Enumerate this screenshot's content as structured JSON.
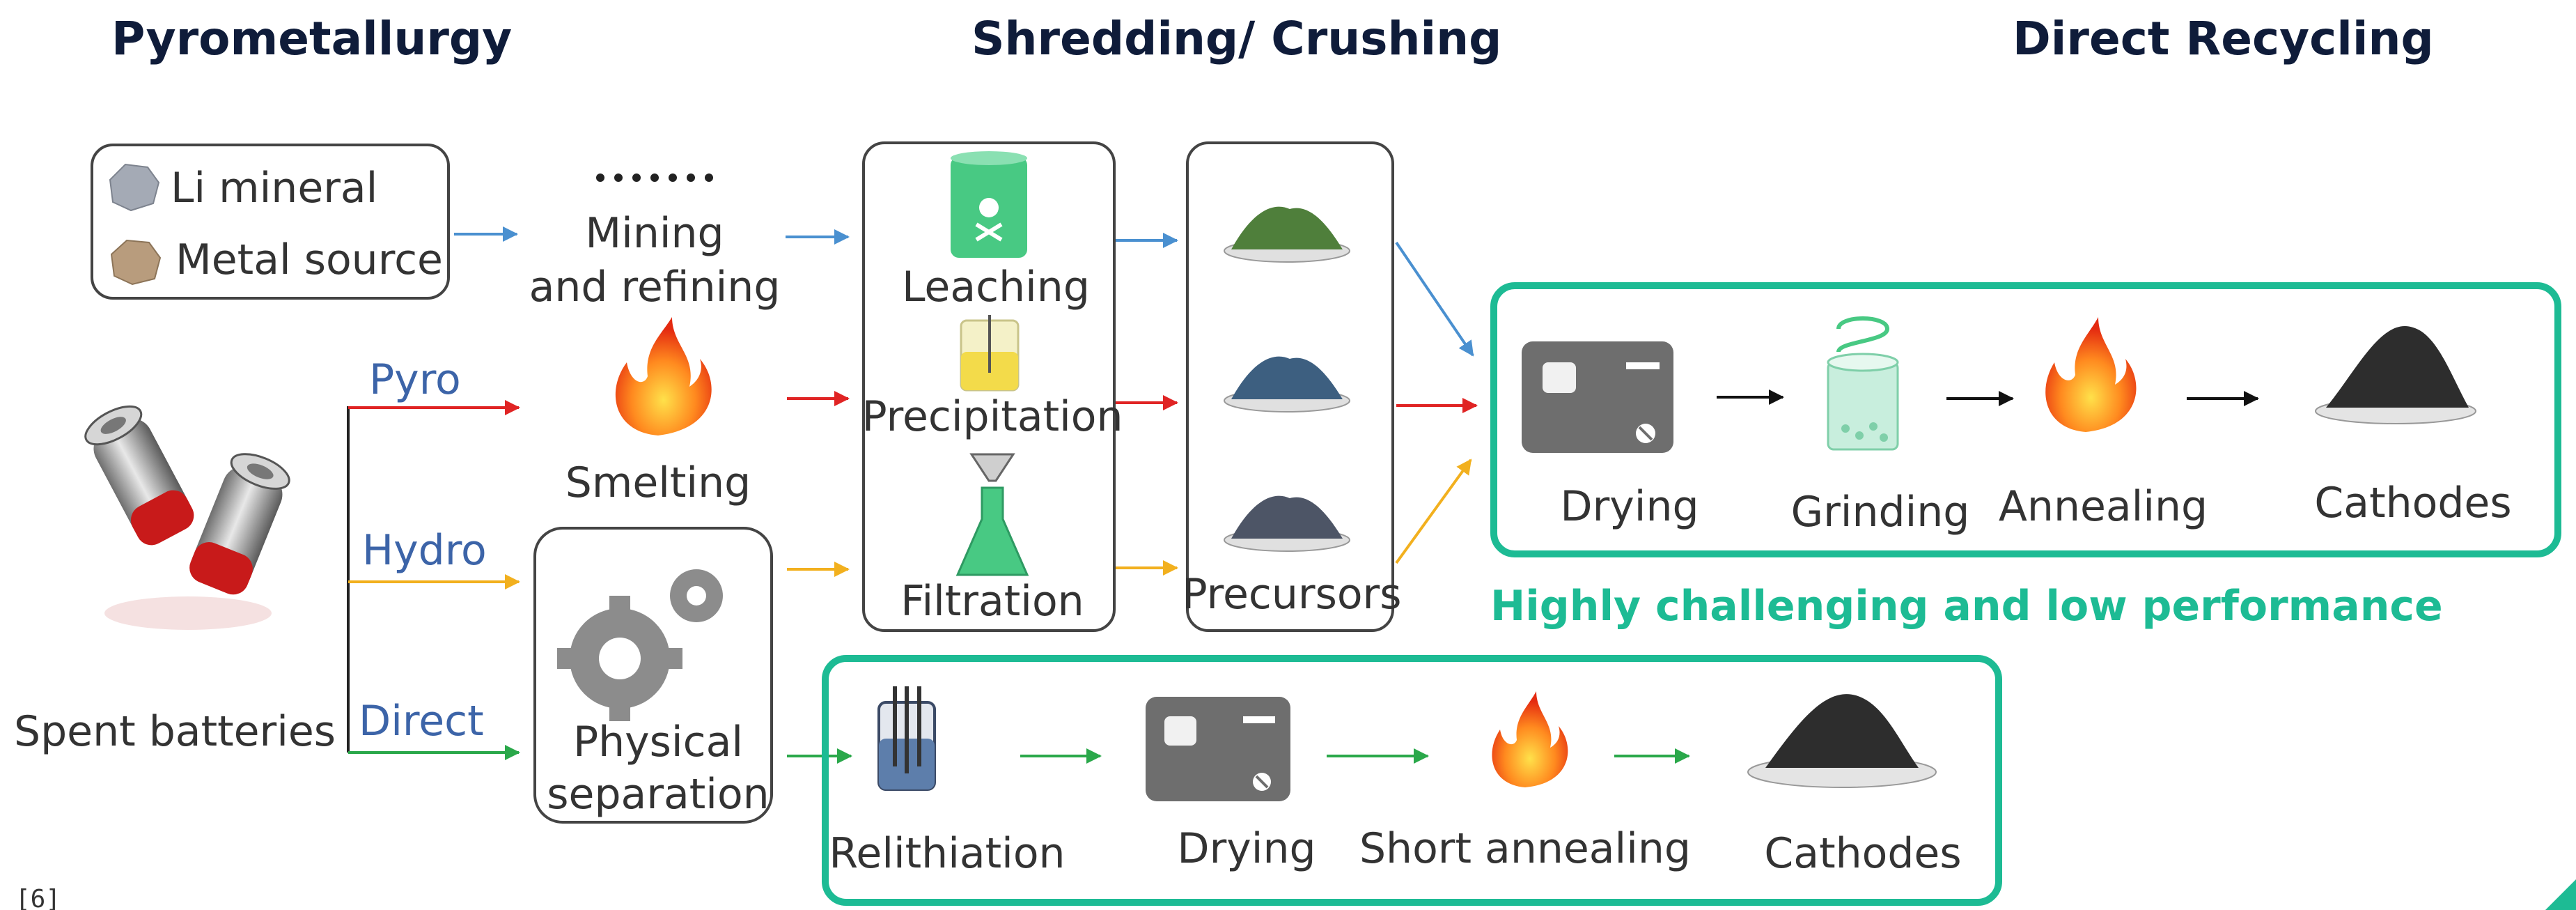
{
  "headers": {
    "left": "Pyrometallurgy",
    "center": "Shredding/ Crushing",
    "right": "Direct Recycling"
  },
  "sources": {
    "li_mineral": "Li mineral",
    "metal_source": "Metal source",
    "spent_batteries": "Spent batteries"
  },
  "routes": {
    "pyro": "Pyro",
    "hydro": "Hydro",
    "direct": "Direct"
  },
  "stages": {
    "mining_line1": "Mining",
    "mining_line2": "and refining",
    "smelting": "Smelting",
    "physical_line1": "Physical",
    "physical_line2": "separation",
    "leaching": "Leaching",
    "precipitation": "Precipitation",
    "filtration": "Filtration",
    "precursors": "Precursors"
  },
  "upper_process": {
    "drying": "Drying",
    "grinding": "Grinding",
    "annealing": "Annealing",
    "cathodes": "Cathodes"
  },
  "lower_process": {
    "relithiation": "Relithiation",
    "drying": "Drying",
    "short_annealing": "Short annealing",
    "cathodes": "Cathodes"
  },
  "note": "Highly challenging and low performance",
  "citation": "[6]",
  "colors": {
    "accent": "#1dbb94",
    "pyro": "#e02424",
    "hydro": "#f2b01e",
    "direct": "#2aa84a",
    "mineral": "#4a90d0",
    "heading": "#0f1c3a"
  }
}
